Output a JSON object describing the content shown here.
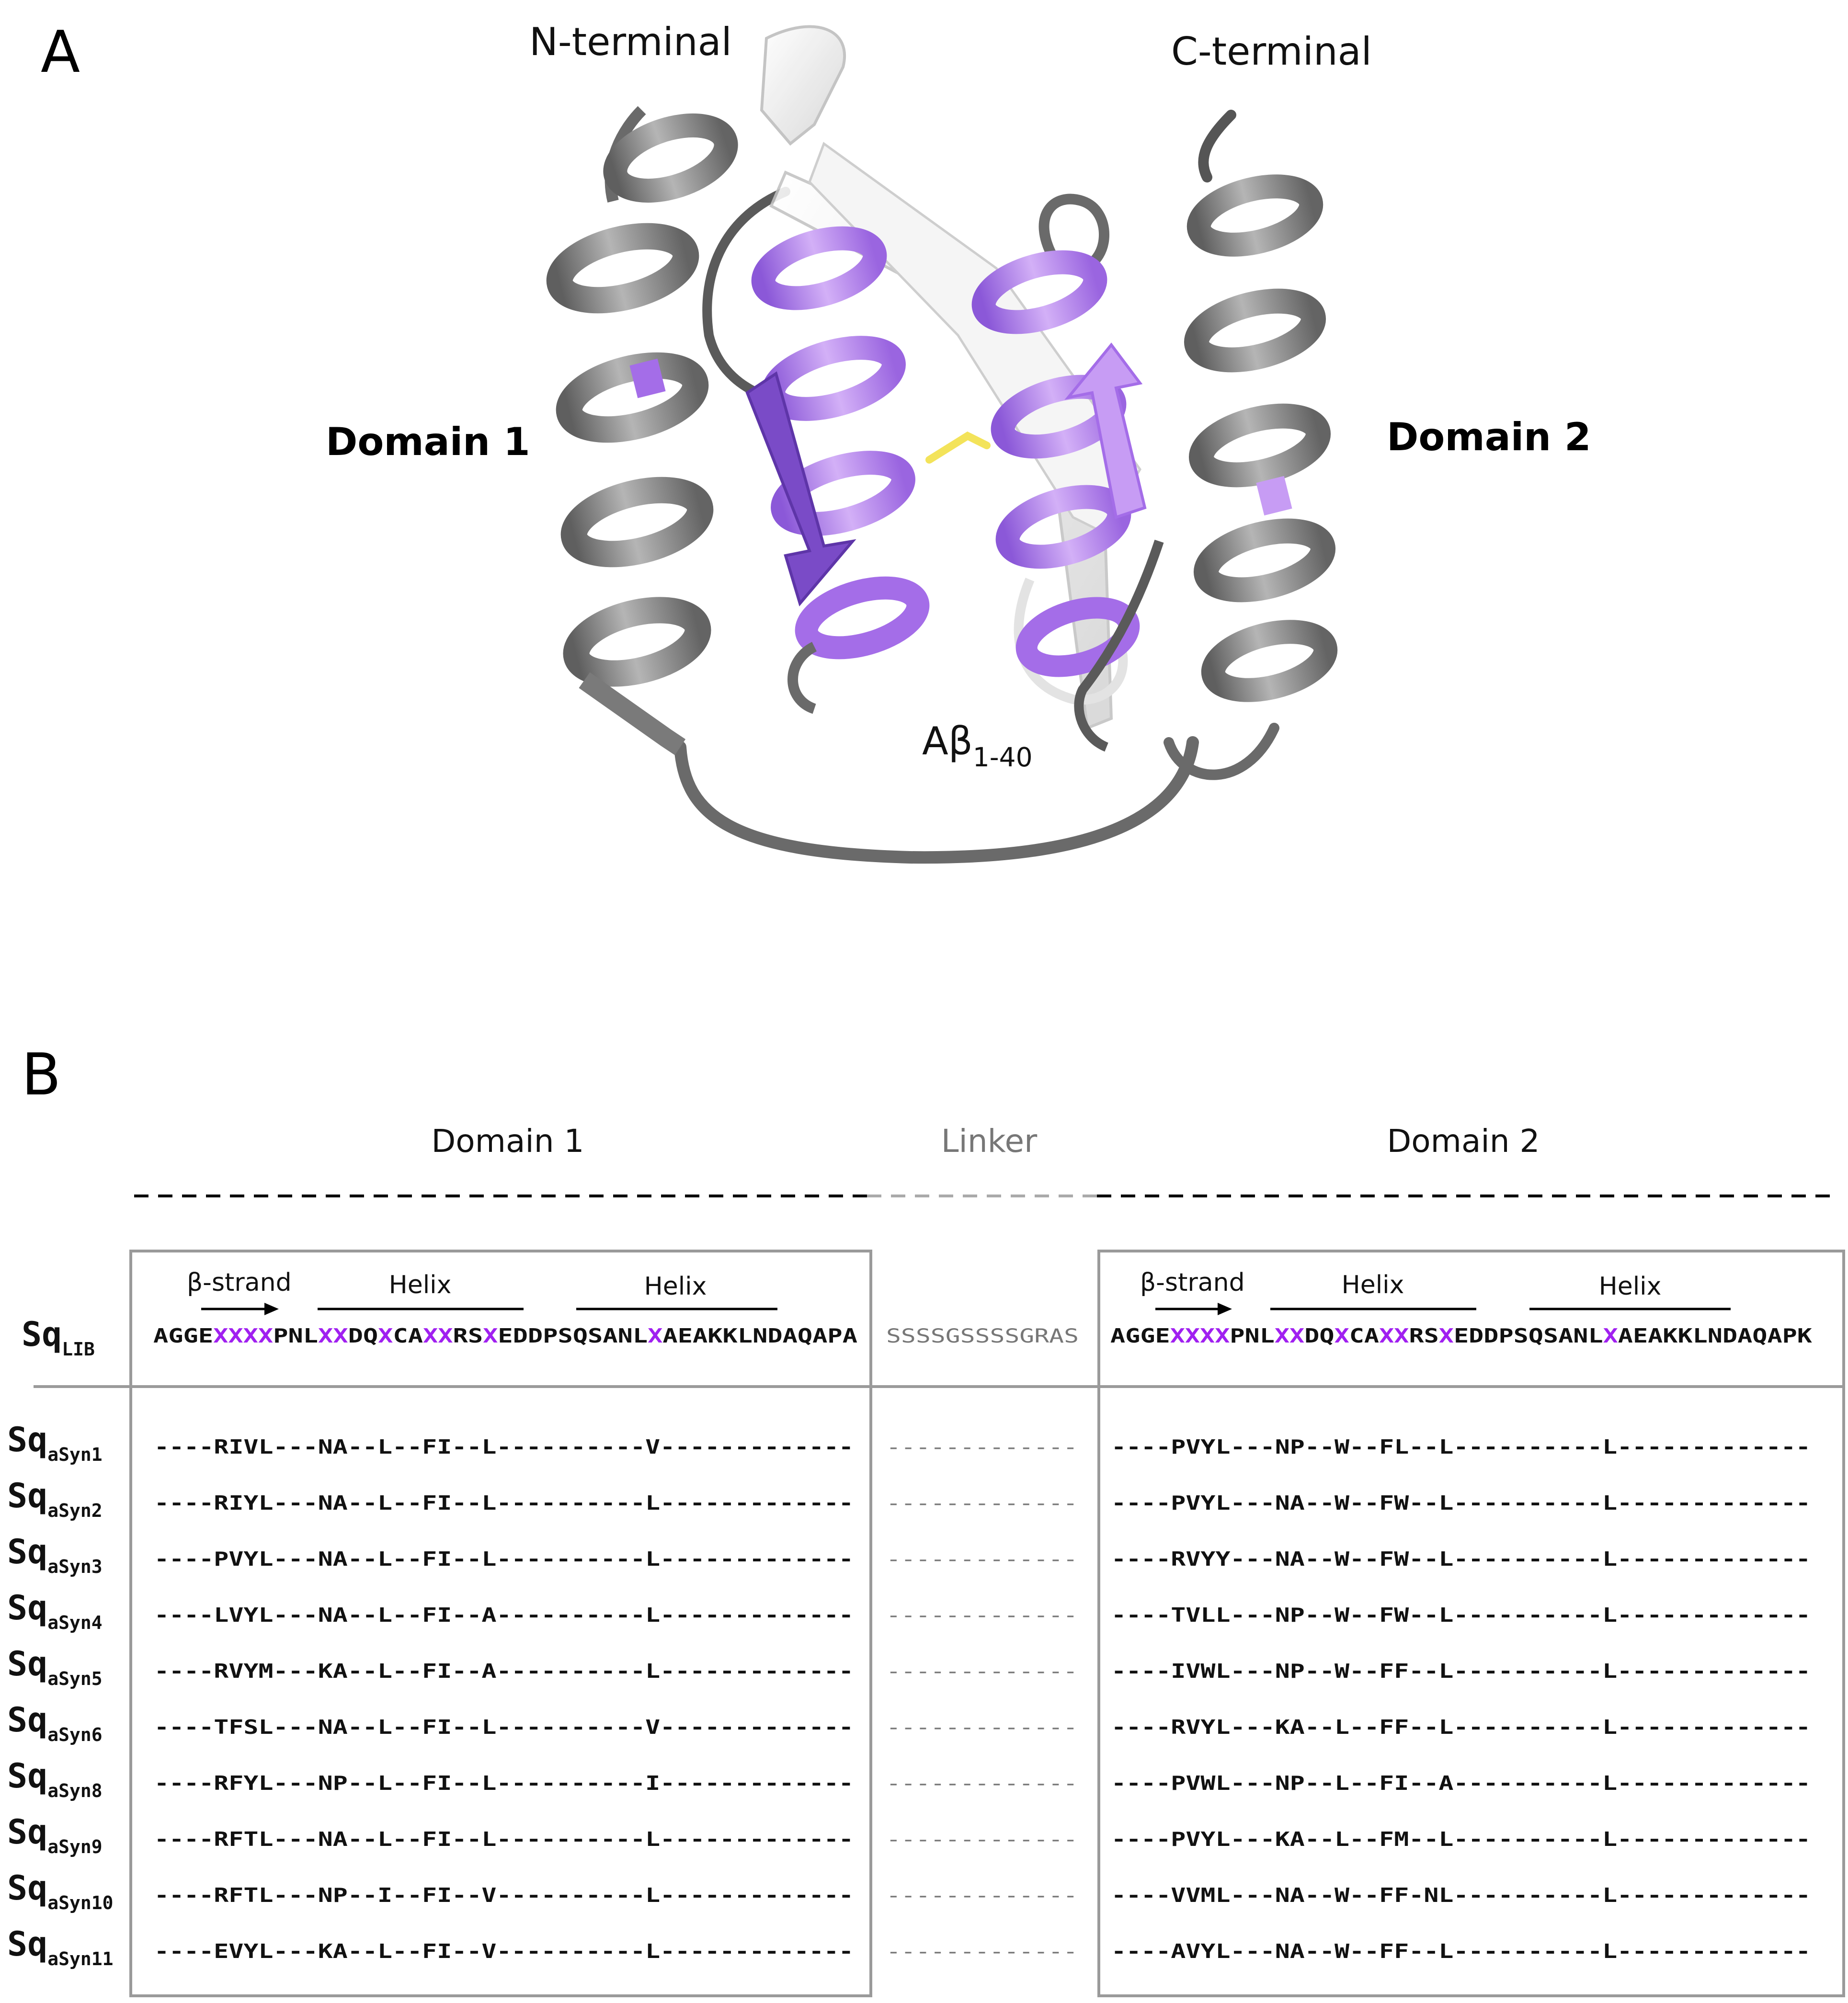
{
  "panel_a": {
    "label": "A",
    "n_terminal": "N-terminal",
    "c_terminal": "C-terminal",
    "domain1": "Domain 1",
    "domain2": "Domain 2",
    "abeta_main": "Aβ",
    "abeta_sub": "1-40"
  },
  "panel_b": {
    "label": "B",
    "domain1": "Domain 1",
    "linker": "Linker",
    "domain2": "Domain 2",
    "beta_strand": "β-strand",
    "helix": "Helix",
    "library": {
      "name_main": "Sq",
      "name_sub": "LIB",
      "domain1_seq": "AGGEXXXXPNLXXDQXCAXXRSXEDDPSQSANLXAEAKKLNDAQAPA",
      "linker_seq": "SSSSGSSSSGRAS",
      "domain2_seq": "AGGEXXXXPNLXXDQXCAXXRSXEDDPSQSANLXAEAKKLNDAQAPK"
    },
    "variants": [
      {
        "name_main": "Sq",
        "name_sub": "aSyn1",
        "d1": "----RIVL---NA--L--FI--L----------V-------------",
        "linker": "-------------",
        "d2": "----PVYL---NP--W--FL--L----------L-------------"
      },
      {
        "name_main": "Sq",
        "name_sub": "aSyn2",
        "d1": "----RIYL---NA--L--FI--L----------L-------------",
        "linker": "-------------",
        "d2": "----PVYL---NA--W--FW--L----------L-------------"
      },
      {
        "name_main": "Sq",
        "name_sub": "aSyn3",
        "d1": "----PVYL---NA--L--FI--L----------L-------------",
        "linker": "-------------",
        "d2": "----RVYY---NA--W--FW--L----------L-------------"
      },
      {
        "name_main": "Sq",
        "name_sub": "aSyn4",
        "d1": "----LVYL---NA--L--FI--A----------L-------------",
        "linker": "-------------",
        "d2": "----TVLL---NP--W--FW--L----------L-------------"
      },
      {
        "name_main": "Sq",
        "name_sub": "aSyn5",
        "d1": "----RVYM---KA--L--FI--A----------L-------------",
        "linker": "-------------",
        "d2": "----IVWL---NP--W--FF--L----------L-------------"
      },
      {
        "name_main": "Sq",
        "name_sub": "aSyn6",
        "d1": "----TFSL---NA--L--FI--L----------V-------------",
        "linker": "-------------",
        "d2": "----RVYL---KA--L--FF--L----------L-------------"
      },
      {
        "name_main": "Sq",
        "name_sub": "aSyn8",
        "d1": "----RFYL---NP--L--FI--L----------I-------------",
        "linker": "-------------",
        "d2": "----PVWL---NP--L--FI--A----------L-------------"
      },
      {
        "name_main": "Sq",
        "name_sub": "aSyn9",
        "d1": "----RFTL---NA--L--FI--L----------L-------------",
        "linker": "-------------",
        "d2": "----PVYL---KA--L--FM--L----------L-------------"
      },
      {
        "name_main": "Sq",
        "name_sub": "aSyn10",
        "d1": "----RFTL---NP--I--FI--V----------L-------------",
        "linker": "-------------",
        "d2": "----VVML---NA--W--FF-NL----------L-------------"
      },
      {
        "name_main": "Sq",
        "name_sub": "aSyn11",
        "d1": "----EVYL---KA--L--FI--V----------L-------------",
        "linker": "-------------",
        "d2": "----AVYL---NA--W--FF--L----------L-------------"
      }
    ]
  },
  "colors": {
    "helix_gray": "#8c8c8c",
    "helix_gray_dark": "#555555",
    "purple": "#a46de8",
    "purple_light": "#c79cf4",
    "purple_dark": "#7a4bc7",
    "sheet_white": "#ececec",
    "disulfide": "#f3e35a",
    "highlight_x": "#a020f0",
    "linker_text": "#777777",
    "box_border": "#9a9a9a"
  }
}
